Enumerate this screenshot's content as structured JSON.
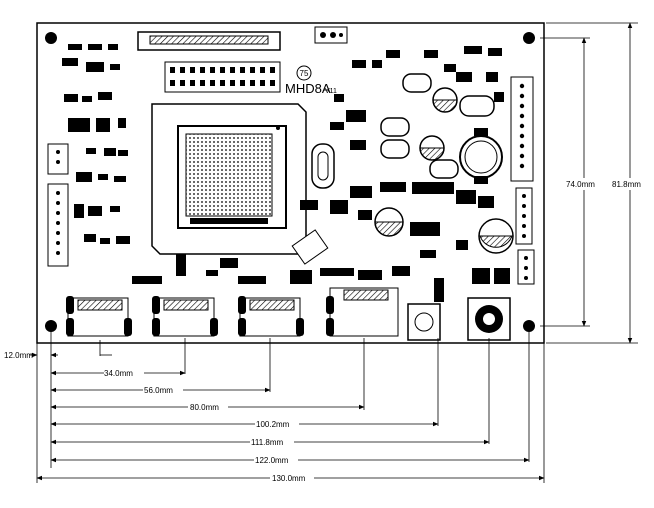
{
  "board": {
    "model_label": "MHD8A",
    "model_sub": "V11",
    "badge": "75"
  },
  "dimensions": {
    "horizontal": [
      {
        "label": "12.0mm"
      },
      {
        "label": "34.0mm"
      },
      {
        "label": "56.0mm"
      },
      {
        "label": "80.0mm"
      },
      {
        "label": "100.2mm"
      },
      {
        "label": "111.8mm"
      },
      {
        "label": "122.0mm"
      },
      {
        "label": "130.0mm"
      }
    ],
    "vertical": [
      {
        "label": "74.0mm"
      },
      {
        "label": "81.8mm"
      }
    ]
  }
}
